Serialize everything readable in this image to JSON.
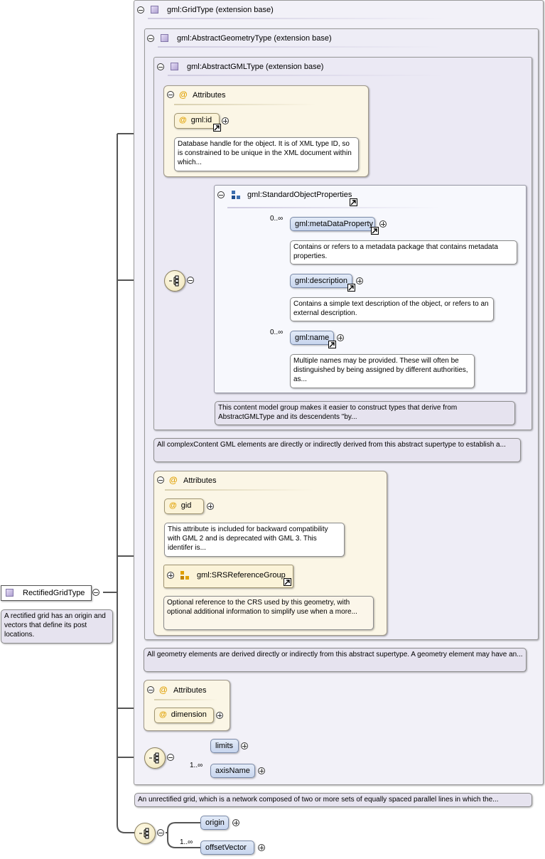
{
  "root": {
    "name": "RectifiedGridType",
    "annotation": "A rectified grid has an origin and vectors that define its post locations."
  },
  "grid_type": {
    "header": "gml:GridType (extension base)",
    "annotation": "An unrectified grid, which is a network composed of two or more sets of equally spaced parallel lines in which the..."
  },
  "abstract_geometry_type": {
    "header": "gml:AbstractGeometryType (extension base)",
    "annotation": "All geometry elements are derived directly or indirectly from this abstract supertype. A geometry element may have an..."
  },
  "abstract_gml_type": {
    "header": "gml:AbstractGMLType (extension base)",
    "annotation": "All complexContent GML elements are directly or indirectly derived from this abstract supertype to establish a..."
  },
  "gml_attributes": {
    "header": "Attributes",
    "gml_id": {
      "name": "gml:id",
      "annotation": "Database handle for the object. It is of XML type ID, so is constrained to be unique in the XML document within which..."
    }
  },
  "standard_object_properties": {
    "header": "gml:StandardObjectProperties",
    "annotation": "This content model group makes it easier to construct types that derive from AbstractGMLType and its descendents \"by...",
    "elements": [
      {
        "name": "gml:metaDataProperty",
        "occurs": "0..∞",
        "annotation": "Contains or refers to a metadata package that contains metadata properties."
      },
      {
        "name": "gml:description",
        "occurs": "",
        "annotation": "Contains a simple text description of the object, or refers to an external description."
      },
      {
        "name": "gml:name",
        "occurs": "0..∞",
        "annotation": "Multiple names may be provided. These will often be distinguished by being assigned by different authorities, as..."
      }
    ]
  },
  "geometry_attributes": {
    "header": "Attributes",
    "gid": {
      "name": "gid",
      "annotation": "This attribute is included for backward compatibility with GML 2 and is deprecated with GML 3. This identifer is..."
    },
    "srs_group": {
      "name": "gml:SRSReferenceGroup",
      "annotation": "Optional reference to the CRS used by this geometry, with optional additional information to simplify use when a more..."
    }
  },
  "grid_attributes": {
    "header": "Attributes",
    "dimension": {
      "name": "dimension"
    }
  },
  "grid_sequence": [
    {
      "name": "limits",
      "occurs": ""
    },
    {
      "name": "axisName",
      "occurs": "1..∞"
    }
  ],
  "rectified_sequence": [
    {
      "name": "origin",
      "occurs": ""
    },
    {
      "name": "offsetVector",
      "occurs": "1..∞"
    }
  ],
  "colors": {
    "element_fill": "#c7d5ee",
    "attribute_fill": "#fbf3d8",
    "attribute_marker": "#e0a000",
    "frame_fill": "#f2f1f8",
    "connector": "#555555"
  }
}
